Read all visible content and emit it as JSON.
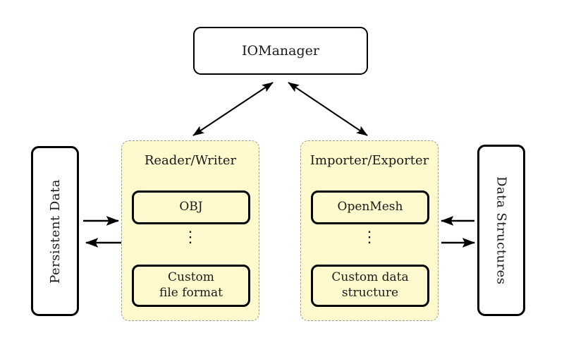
{
  "diagram": {
    "title_node": {
      "label": "IOManager"
    },
    "left_endpoint": {
      "label": "Persistent Data"
    },
    "right_endpoint": {
      "label": "Data Structures"
    },
    "groups": [
      {
        "id": "reader-writer",
        "title": "Reader/Writer",
        "top_member": "OBJ",
        "ellipsis": "⋮",
        "bottom_member_line1": "Custom",
        "bottom_member_line2": "file format"
      },
      {
        "id": "importer-exporter",
        "title": "Importer/Exporter",
        "top_member": "OpenMesh",
        "ellipsis": "⋮",
        "bottom_member_line1": "Custom data",
        "bottom_member_line2": "structure"
      }
    ],
    "connections": [
      {
        "name": "iomanager-readerwriter",
        "kind": "double-arrow"
      },
      {
        "name": "iomanager-importerexporter",
        "kind": "double-arrow"
      },
      {
        "name": "persistentdata-to-readerwriter",
        "kind": "arrow-right"
      },
      {
        "name": "readerwriter-to-persistentdata",
        "kind": "arrow-left"
      },
      {
        "name": "datastructures-to-importerexporter",
        "kind": "arrow-left"
      },
      {
        "name": "importerexporter-to-datastructures",
        "kind": "arrow-right"
      }
    ],
    "colors": {
      "group_fill": "#FFFACD",
      "group_border": "#9a9a9a",
      "node_border": "#000000",
      "background": "#ffffff",
      "text": "#1a1a1a"
    }
  }
}
